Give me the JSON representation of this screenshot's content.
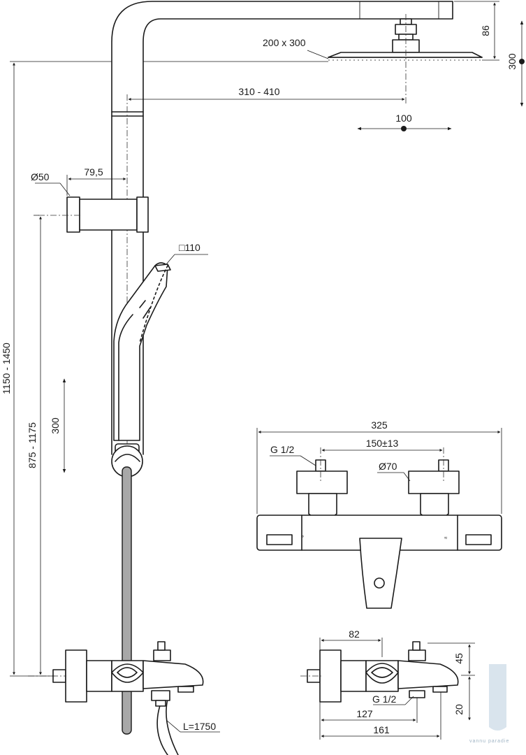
{
  "labels": {
    "dim_86": "86",
    "dim_300_head": "300",
    "head_size": "200 x 300",
    "arm_length": "310 - 410",
    "head_pivot": "100",
    "bracket_diameter": "Ø50",
    "bracket_offset": "79,5",
    "handshower_size": "□110",
    "total_height": "1150 - 1450",
    "bracket_height": "875 - 1175",
    "slider_travel": "300",
    "hose_length": "L=1750",
    "mixer_width": "325",
    "inlet_spacing": "150±13",
    "inlet_thread": "G 1/2",
    "escutcheon_diameter": "Ø70",
    "side_82": "82",
    "side_45": "45",
    "side_thread": "G 1/2",
    "side_127": "127",
    "side_20": "20",
    "side_161": "161"
  },
  "watermark": "vannu paradie",
  "colors": {
    "line": "#1a1a1a",
    "hose": "#a8a8a8",
    "accent": "#c9d9e6"
  }
}
